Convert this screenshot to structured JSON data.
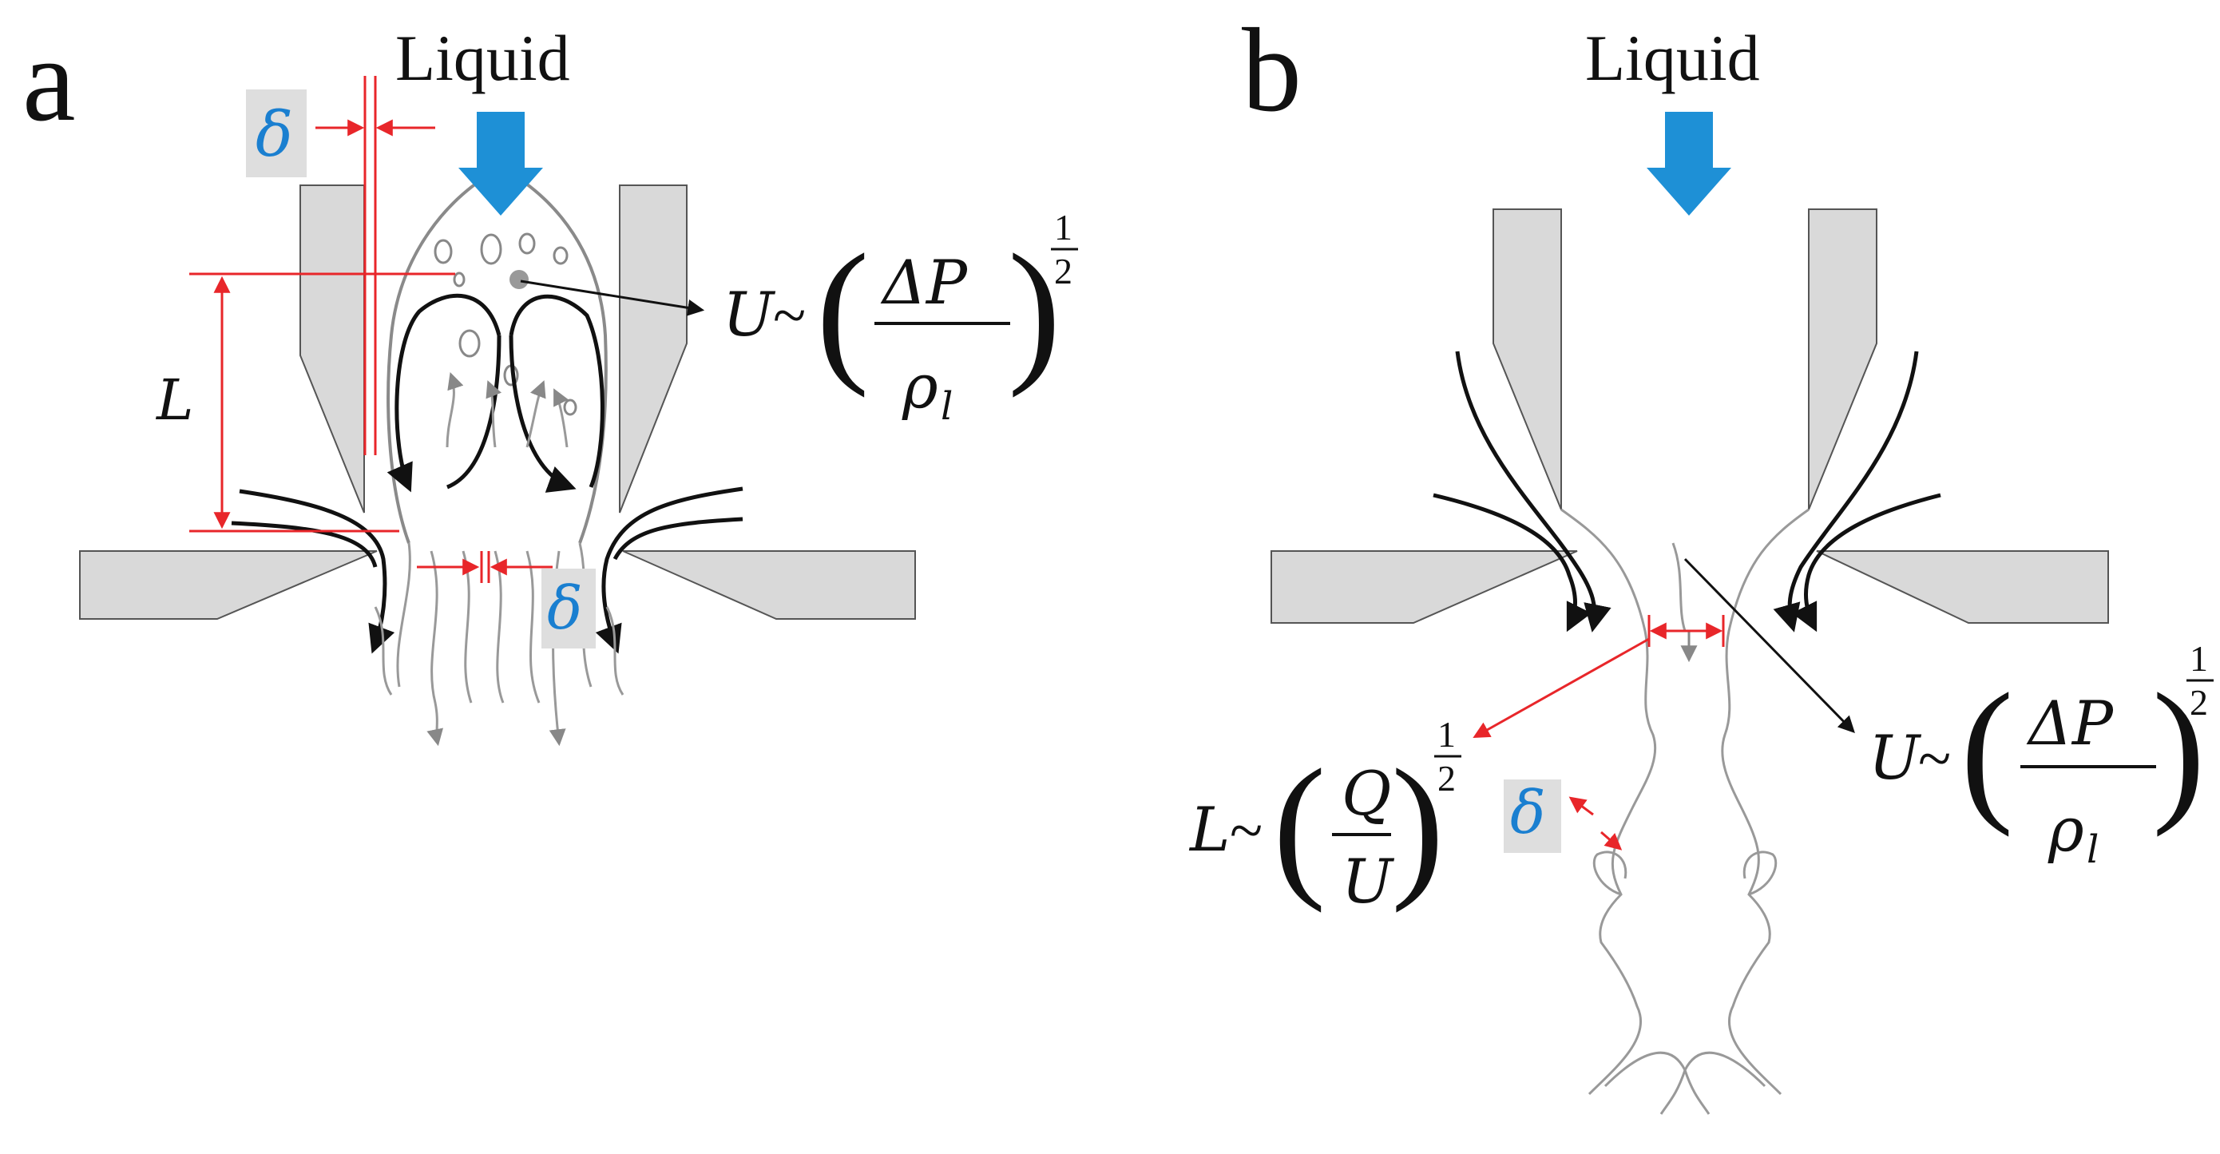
{
  "panel_a": {
    "letter": "a",
    "liquid_label": "Liquid",
    "delta_top": "δ",
    "delta_bottom": "δ",
    "length_label": "L",
    "velocity_formula": {
      "lhs": "U",
      "sim": "~",
      "num": "ΔP",
      "den_base": "ρ",
      "den_sub": "l",
      "exp_num": "1",
      "exp_den": "2"
    }
  },
  "panel_b": {
    "letter": "b",
    "liquid_label": "Liquid",
    "delta": "δ",
    "length_formula": {
      "lhs": "L",
      "sim": "~",
      "num": "Q",
      "den": "U",
      "exp_num": "1",
      "exp_den": "2"
    },
    "velocity_formula": {
      "lhs": "U",
      "sim": "~",
      "num": "ΔP",
      "den_base": "ρ",
      "den_sub": "l",
      "exp_num": "1",
      "exp_den": "2"
    }
  },
  "colors": {
    "arrow_blue": "#1e90d6",
    "dimension_red": "#e8262a",
    "nozzle_gray": "#d9d9d9",
    "delta_box": "#dedede",
    "delta_text": "#1a7fd0"
  }
}
